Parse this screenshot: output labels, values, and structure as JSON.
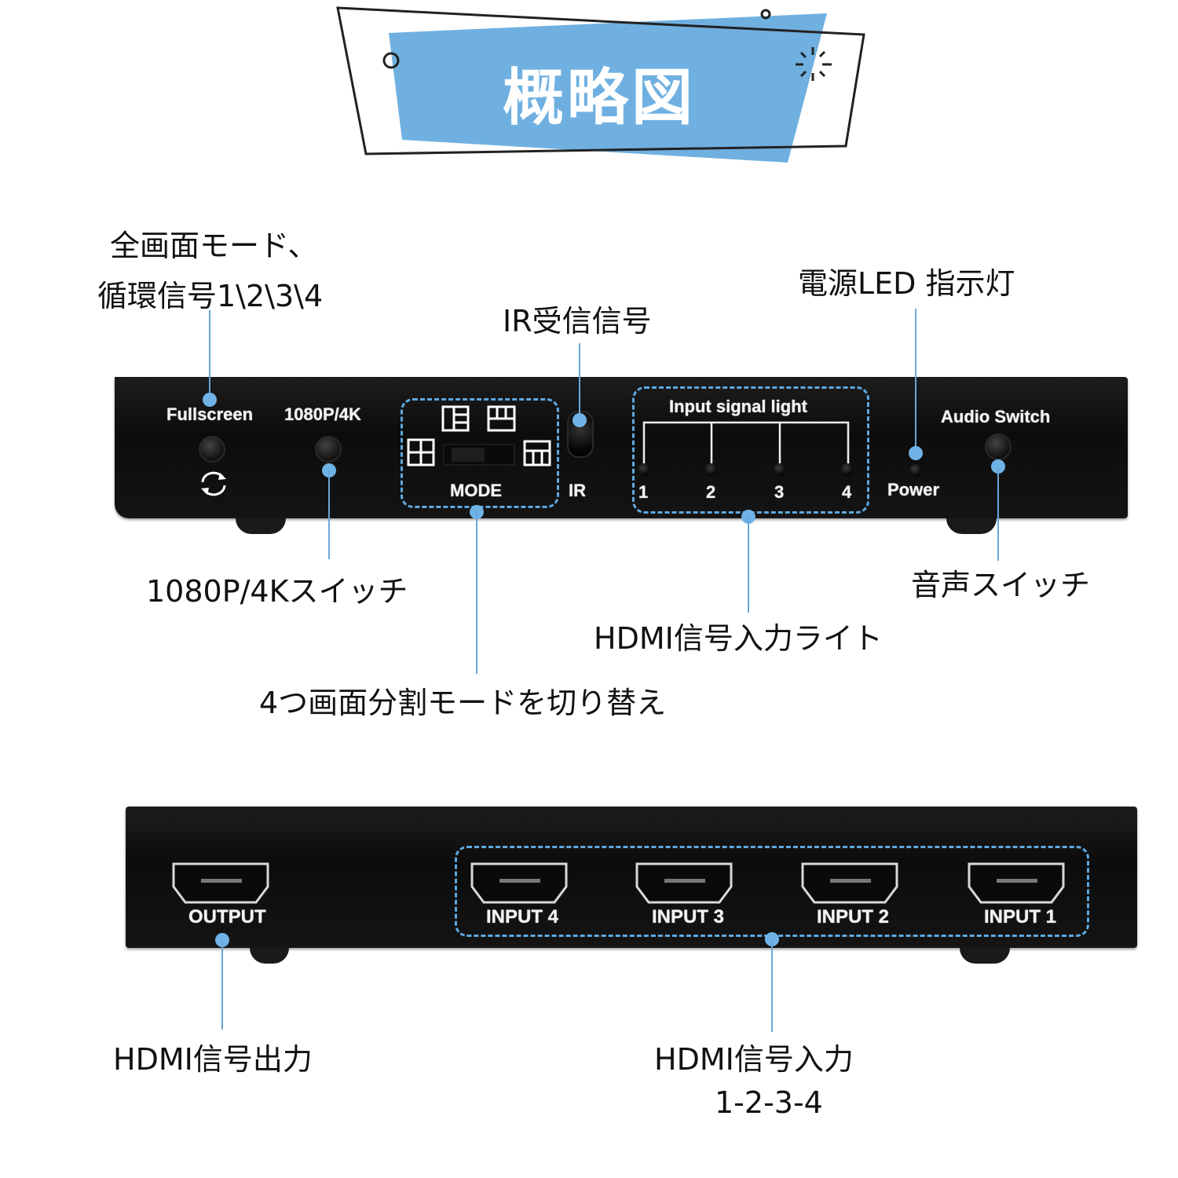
{
  "header": {
    "title": "概略図",
    "accent_color": "#6fb0e0"
  },
  "front_panel": {
    "labels": {
      "fullscreen": "Fullscreen",
      "resolution": "1080P/4K",
      "mode": "MODE",
      "ir": "IR",
      "input_signal_light": "Input signal light",
      "power": "Power",
      "audio_switch": "Audio Switch"
    },
    "leds": [
      "1",
      "2",
      "3",
      "4"
    ]
  },
  "rear_panel": {
    "ports": [
      "OUTPUT",
      "INPUT 4",
      "INPUT 3",
      "INPUT 2",
      "INPUT 1"
    ]
  },
  "callouts": {
    "fullscreen_line1": "全画面モード、",
    "fullscreen_line2": "循環信号1\\2\\3\\4",
    "ir": "IR受信信号",
    "power_led": "電源LED 指示灯",
    "resolution_switch": "1080P/4Kスイッチ",
    "audio_switch": "音声スイッチ",
    "input_lights": "HDMI信号入力ライト",
    "mode_switch": "4つ画面分割モードを切り替え",
    "hdmi_out": "HDMI信号出力",
    "hdmi_in_line1": "HDMI信号入力",
    "hdmi_in_line2": "1-2-3-4"
  }
}
